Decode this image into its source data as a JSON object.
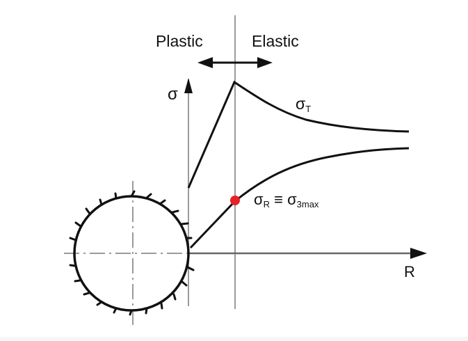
{
  "diagram": {
    "zones": {
      "plastic_label": "Plastic",
      "elastic_label": "Elastic",
      "arrow": "double-headed-arrow"
    },
    "axes": {
      "y_label": "σ",
      "x_label": "R"
    },
    "curves": {
      "tangential": {
        "symbol": "σ",
        "subscript": "T"
      },
      "radial": {
        "symbol": "σ",
        "subscript": "R",
        "relation": "≡",
        "equiv_symbol": "σ",
        "equiv_subscript": "3max"
      }
    },
    "marker": {
      "color": "#e8202a",
      "meaning": "plastic-elastic boundary point"
    },
    "tunnel": {
      "shape": "circle with hatched boundary",
      "centerlines": "dash-dot"
    },
    "colors": {
      "line": "#111111",
      "guide": "#9a9a9a",
      "marker": "#e8202a",
      "background": "#ffffff"
    }
  }
}
